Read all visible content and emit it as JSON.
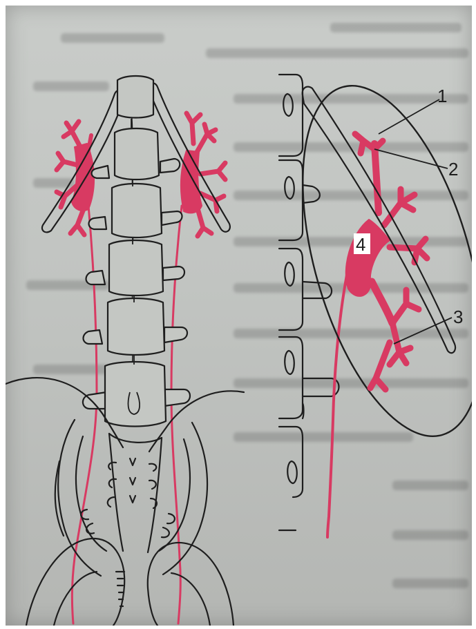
{
  "figure": {
    "labels": {
      "l1": "1",
      "l2": "2",
      "l3": "3",
      "l4": "4"
    },
    "colors": {
      "paper": "#c5c8c4",
      "ink": "#1e1e1e",
      "vessel": "#d83a62"
    }
  }
}
